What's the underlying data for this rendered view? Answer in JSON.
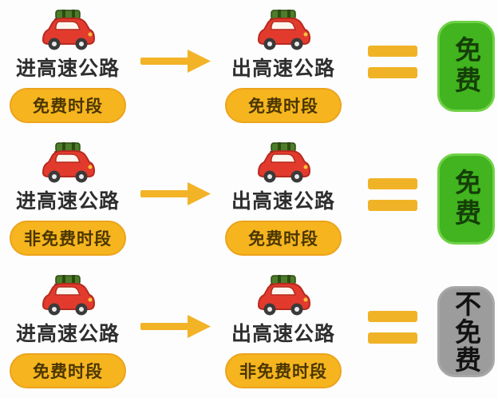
{
  "colors": {
    "background": "#FDFDFD",
    "pill_yellow": "#F6B51F",
    "pill_border": "#ECA31D",
    "pill_text": "#4A3600",
    "arrow_yellow": "#F2B327",
    "equals_yellow": "#F0B327",
    "free_green": "#41B41F",
    "free_text": "#153F08",
    "not_free_gray": "#9C9C9C",
    "not_free_text": "#121212",
    "car_red": "#E23B2E",
    "label_text": "#2E2E2E"
  },
  "icons": {
    "car": "red-car-with-roof-luggage",
    "arrow": "right-arrow",
    "equals": "equals-sign"
  },
  "rows": [
    {
      "enter": {
        "label": "进高速公路",
        "period": "免费时段"
      },
      "exit": {
        "label": "出高速公路",
        "period": "免费时段"
      },
      "result": {
        "label": "免费",
        "status": "free"
      }
    },
    {
      "enter": {
        "label": "进高速公路",
        "period": "非免费时段"
      },
      "exit": {
        "label": "出高速公路",
        "period": "免费时段"
      },
      "result": {
        "label": "免费",
        "status": "free"
      }
    },
    {
      "enter": {
        "label": "进高速公路",
        "period": "免费时段"
      },
      "exit": {
        "label": "出高速公路",
        "period": "非免费时段"
      },
      "result": {
        "label": "不免费",
        "status": "not-free"
      }
    }
  ]
}
